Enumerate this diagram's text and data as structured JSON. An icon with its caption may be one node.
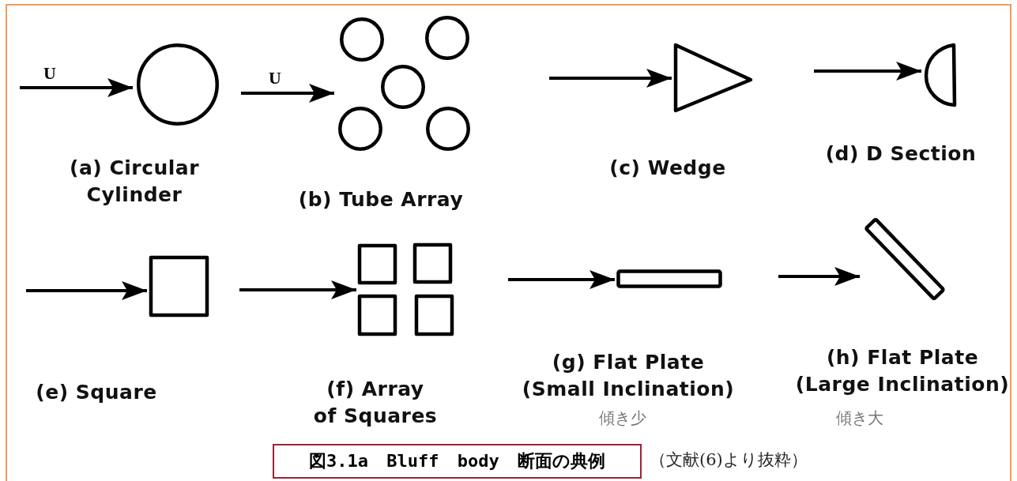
{
  "diagram": {
    "caption": "図3.1a Bluff body 断面の典例",
    "nodes": [
      {
        "text": [],
        "shape": "circle",
        "beside": [
          "(a) Circular Cylinder"
        ]
      },
      {
        "text": [],
        "shape": "circle",
        "beside": [
          "(b) Tube Array"
        ]
      },
      {
        "text": [],
        "shape": "triangle",
        "beside": [
          "(c) Wedge"
        ]
      },
      {
        "text": [],
        "shape": "semicircle",
        "beside": [
          "(d) D Section"
        ]
      },
      {
        "text": [],
        "shape": "square",
        "beside": [
          "(e) Square"
        ]
      },
      {
        "text": [],
        "shape": "square",
        "beside": [
          "(f) Array of Squares"
        ]
      },
      {
        "text": [],
        "shape": "bar",
        "beside": [
          "(g) Flat Plate (Small Inclination)",
          "傾き少"
        ]
      },
      {
        "text": [],
        "shape": "bar",
        "beside": [
          "(h) Flat Plate (Large Inclination)",
          "傾き大"
        ]
      }
    ],
    "edges": [
      {
        "from": null,
        "to": 0,
        "arrow": "to",
        "label": "U"
      },
      {
        "from": null,
        "to": 1,
        "arrow": "to",
        "label": "U"
      },
      {
        "from": null,
        "to": 2,
        "arrow": "to"
      },
      {
        "from": null,
        "to": 3,
        "arrow": "to"
      },
      {
        "from": null,
        "to": 4,
        "arrow": "to"
      },
      {
        "from": null,
        "to": 5,
        "arrow": "to"
      },
      {
        "from": null,
        "to": 6,
        "arrow": "to"
      },
      {
        "from": null,
        "to": 7,
        "arrow": "to"
      }
    ],
    "labels": [
      "（文献(6)より抜粋）"
    ]
  }
}
